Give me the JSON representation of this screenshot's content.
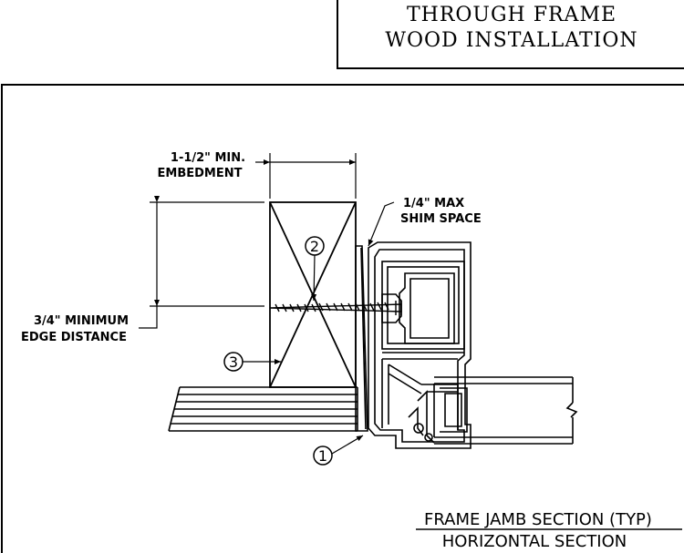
{
  "title": {
    "line1": "THROUGH FRAME",
    "line2": "WOOD INSTALLATION"
  },
  "annotations": {
    "embedment_line1": "1-1/2\" MIN.",
    "embedment_line2": "EMBEDMENT",
    "shim_line1": "1/4\" MAX",
    "shim_line2": "SHIM SPACE",
    "edge_line1": "3/4\" MINIMUM",
    "edge_line2": "EDGE DISTANCE"
  },
  "callouts": {
    "c1": "1",
    "c2": "2",
    "c3": "3"
  },
  "caption": {
    "line1": "FRAME JAMB SECTION (TYP)",
    "line2": "HORIZONTAL SECTION"
  }
}
